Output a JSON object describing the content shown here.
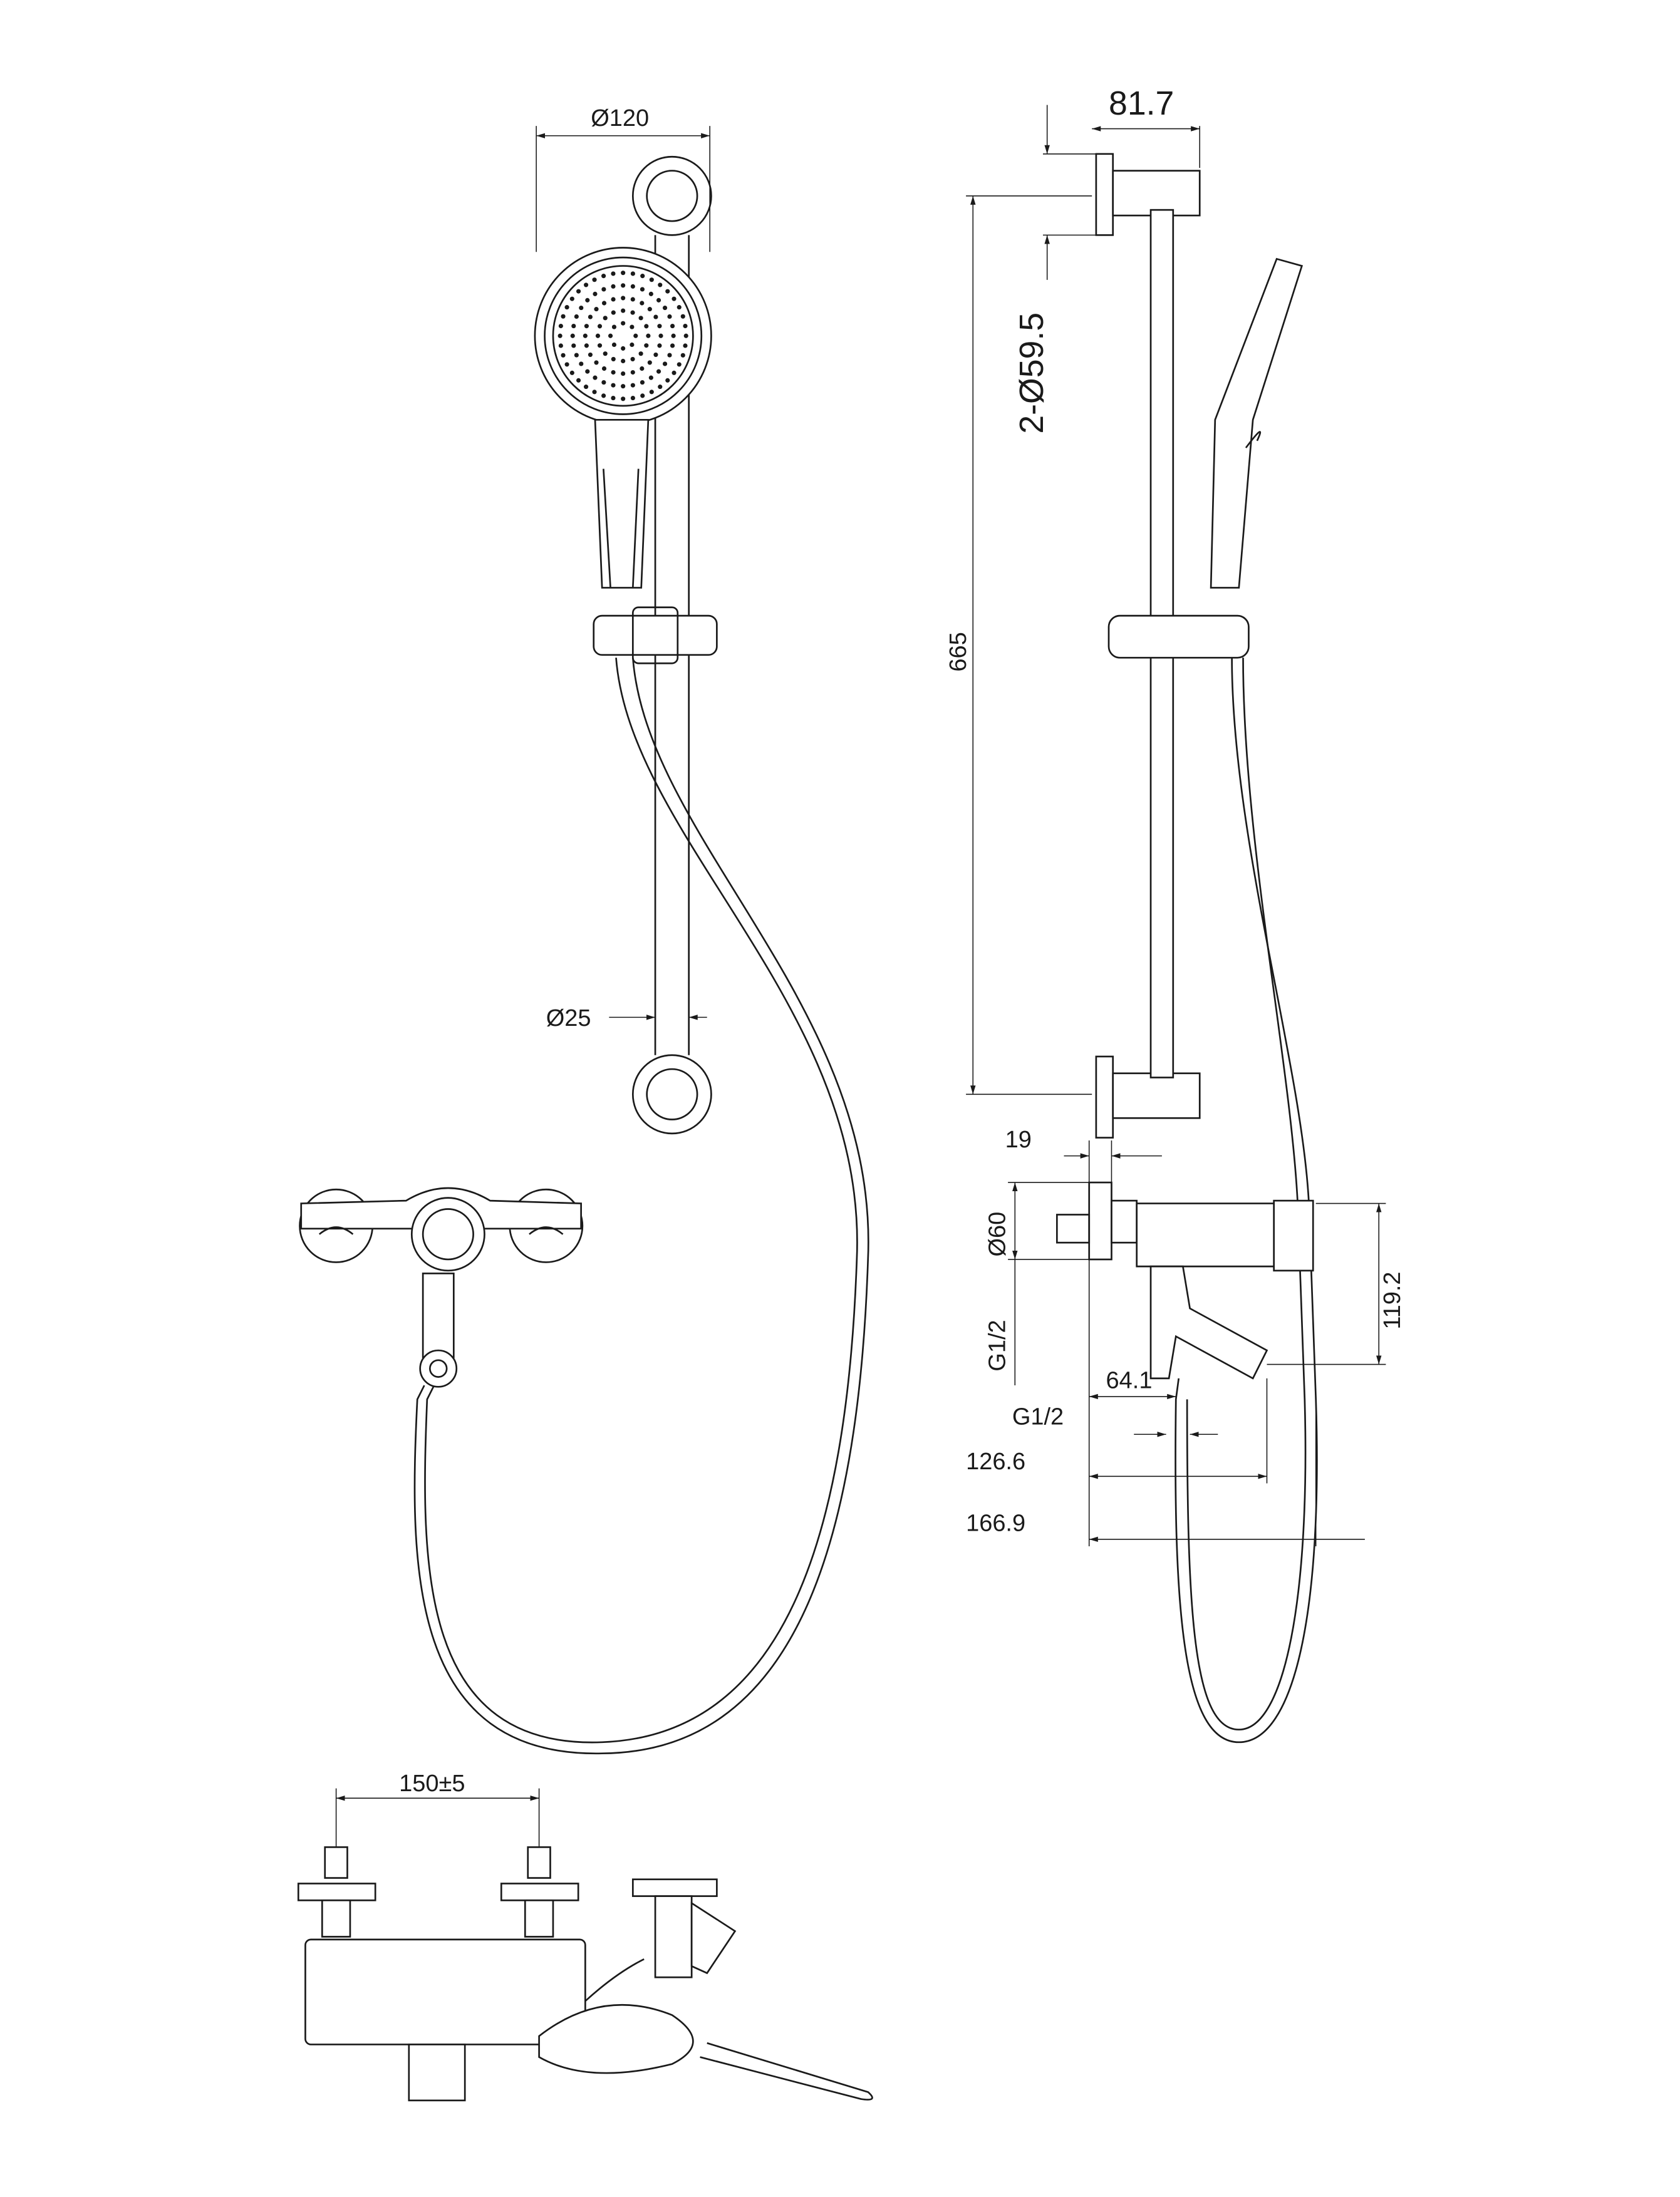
{
  "drawing": {
    "dimensions": {
      "head_diameter": "Ø120",
      "rail_diameter": "Ø25",
      "rail_offset": "81.7",
      "bracket_diameter": "2-Ø59.5",
      "rail_length": "665",
      "escutcheon_depth": "19",
      "escutcheon_diameter": "Ø60",
      "inlet_thread": "G1/2",
      "outlet_height": "119.2",
      "outlet_offset": "64.1",
      "outlet_thread": "G1/2",
      "spout_projection": "126.6",
      "total_projection": "166.9",
      "inlet_centers": "150±5"
    }
  }
}
